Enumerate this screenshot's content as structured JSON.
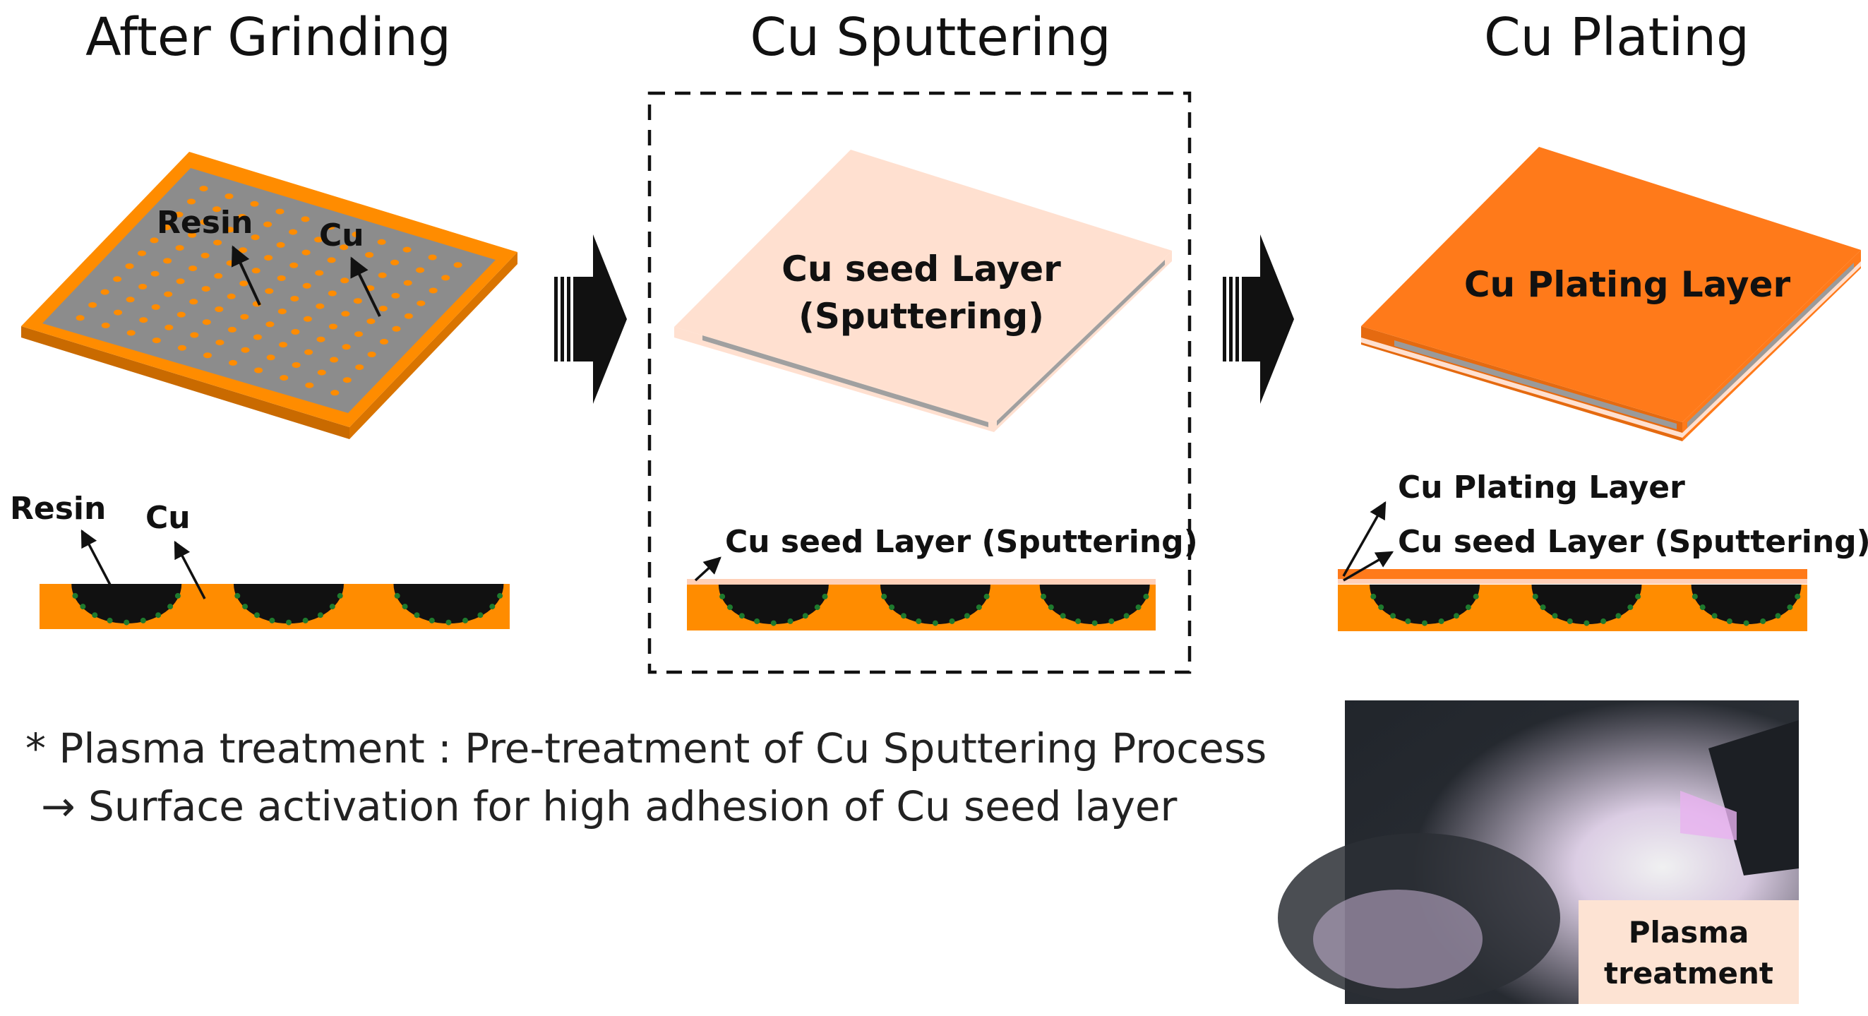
{
  "stages": {
    "grinding": {
      "title": "After Grinding",
      "resin_label": "Resin",
      "cu_label": "Cu",
      "cross_resin_label": "Resin",
      "cross_cu_label": "Cu"
    },
    "sputtering": {
      "title": "Cu Sputtering",
      "top_line1": "Cu seed Layer",
      "top_line2": "(Sputtering)",
      "cross_label": "Cu seed Layer (Sputtering)"
    },
    "plating": {
      "title": "Cu Plating",
      "top_label": "Cu Plating Layer",
      "cross_label_plating": "Cu Plating Layer",
      "cross_label_seed": "Cu seed Layer (Sputtering)"
    }
  },
  "notes": {
    "line1": "* Plasma treatment : Pre-treatment of Cu Sputtering Process",
    "line2": "→ Surface activation for high adhesion of Cu seed layer"
  },
  "photo": {
    "line1": "Plasma",
    "line2": "treatment"
  },
  "colors": {
    "copper": "#ff8c00",
    "resin": "#8c8c8c",
    "seed": "#ffe0d0",
    "plating": "#ff7a1a",
    "dark": "#111111",
    "dot_green": "#1e7a2e"
  }
}
